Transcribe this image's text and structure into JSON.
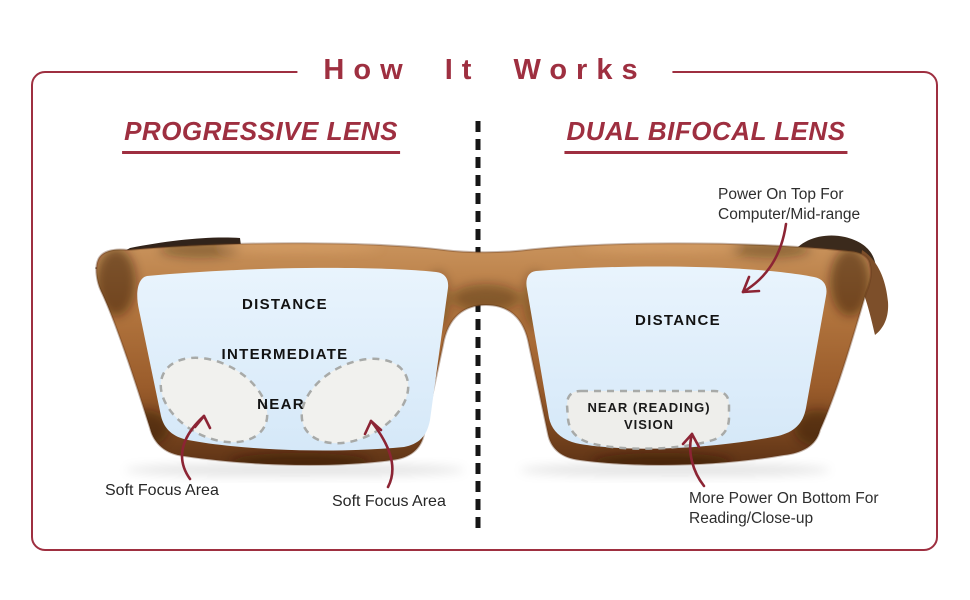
{
  "title": "How It Works",
  "left_section": {
    "heading": "PROGRESSIVE LENS",
    "labels": {
      "distance": "DISTANCE",
      "intermediate": "INTERMEDIATE",
      "near": "NEAR"
    },
    "soft_focus_left": "Soft Focus Area",
    "soft_focus_right": "Soft Focus Area"
  },
  "right_section": {
    "heading": "DUAL BIFOCAL LENS",
    "labels": {
      "distance": "DISTANCE"
    },
    "reading_area": {
      "line1": "NEAR (READING)",
      "line2": "VISION"
    },
    "annotations": {
      "top": {
        "line1": "Power On Top For",
        "line2": "Computer/Mid-range"
      },
      "bottom": {
        "line1": "More Power On Bottom For",
        "line2": "Reading/Close-up"
      }
    }
  },
  "colors": {
    "accent_maroon": "#9e2f40",
    "arrow_maroon": "#8c2434",
    "divider_black": "#161616",
    "lens_blue": "#ddecfa",
    "frame_brown": "#a3622f",
    "focus_area_fill": "#f1f1ee",
    "dashed_area_stroke": "#a8aaa8"
  }
}
